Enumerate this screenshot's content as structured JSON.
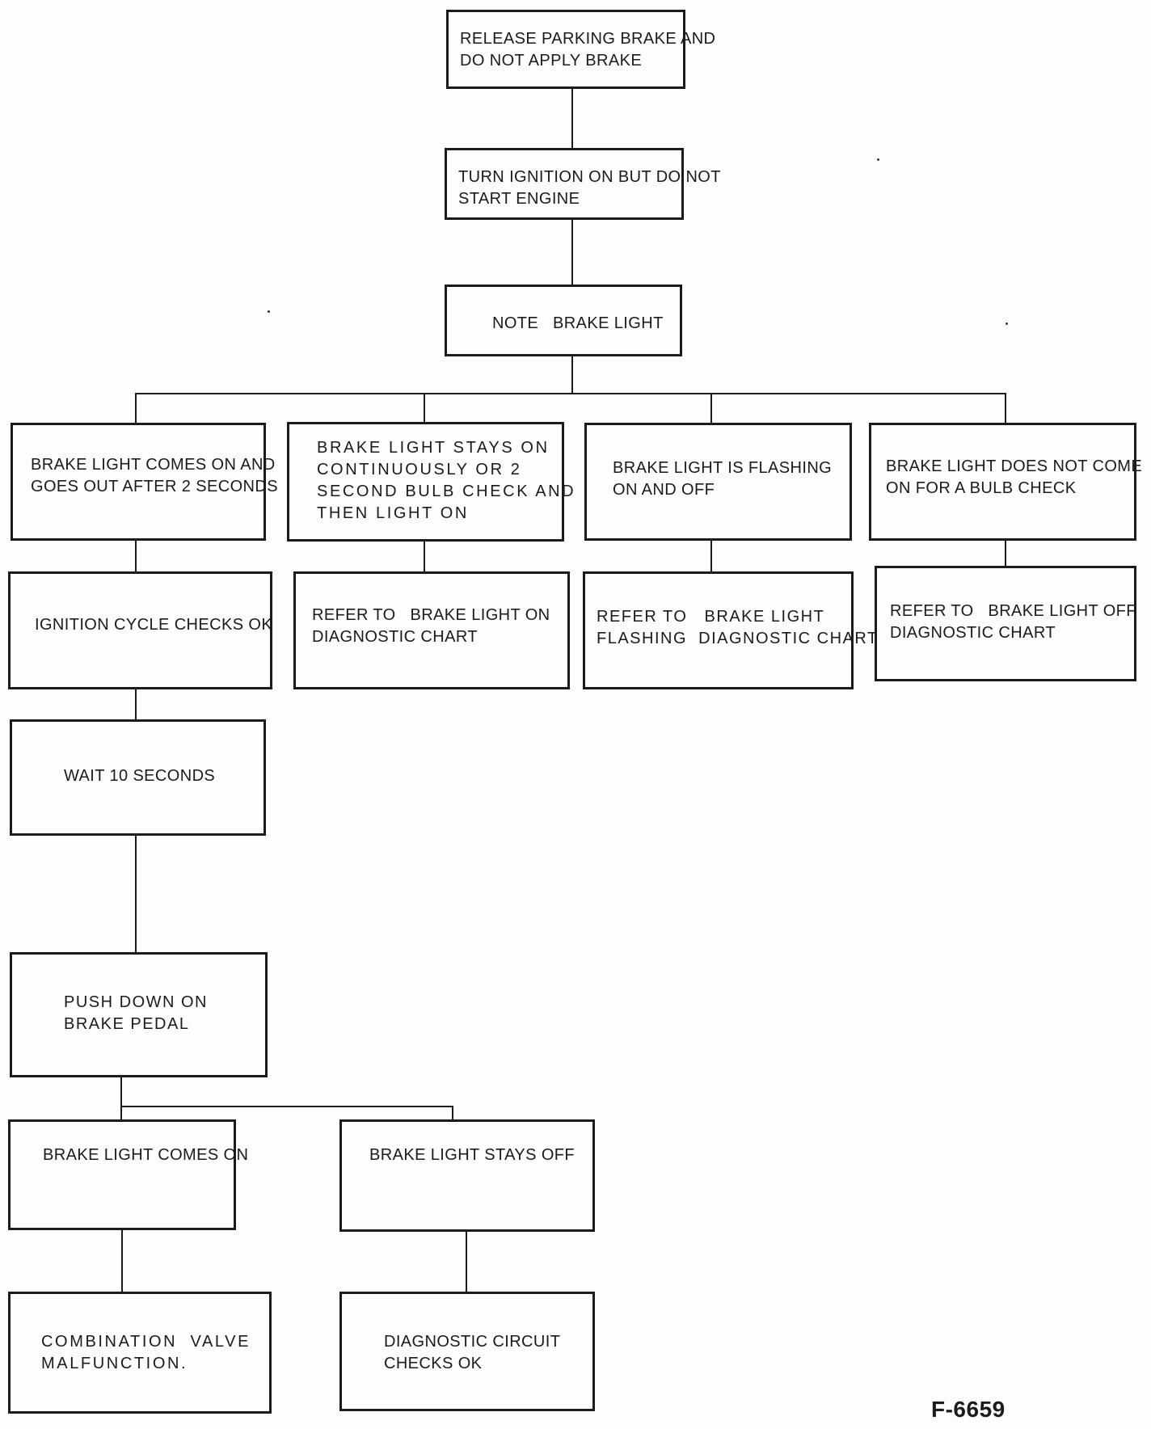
{
  "figure_label": "F-6659",
  "colors": {
    "ink": "#1b1b1b",
    "background": "#fdfdfd"
  },
  "nodes": {
    "release": {
      "lines": [
        "RELEASE PARKING BRAKE AND",
        "DO NOT APPLY BRAKE"
      ]
    },
    "ignition": {
      "lines": [
        "TURN IGNITION ON BUT DO NOT",
        "START ENGINE"
      ]
    },
    "note": {
      "lines": [
        "NOTE   BRAKE LIGHT"
      ]
    },
    "outcome1": {
      "lines": [
        "BRAKE LIGHT COMES ON AND",
        "GOES OUT AFTER 2 SECONDS"
      ]
    },
    "outcome2": {
      "lines": [
        "BRAKE LIGHT STAYS ON",
        "CONTINUOUSLY OR 2",
        "SECOND BULB CHECK AND",
        "THEN LIGHT ON"
      ]
    },
    "outcome3": {
      "lines": [
        "BRAKE LIGHT IS FLASHING",
        "ON AND OFF"
      ]
    },
    "outcome4": {
      "lines": [
        "BRAKE LIGHT DOES NOT COME",
        "ON FOR A BULB CHECK"
      ]
    },
    "result1": {
      "lines": [
        "IGNITION CYCLE CHECKS OK"
      ]
    },
    "result2": {
      "lines": [
        "REFER TO   BRAKE LIGHT ON",
        "DIAGNOSTIC CHART"
      ]
    },
    "result3": {
      "lines": [
        "REFER TO   BRAKE LIGHT",
        "FLASHING  DIAGNOSTIC CHART"
      ]
    },
    "result4": {
      "lines": [
        "REFER TO   BRAKE LIGHT OFF",
        "DIAGNOSTIC CHART"
      ]
    },
    "wait10": {
      "lines": [
        "WAIT 10 SECONDS"
      ]
    },
    "push": {
      "lines": [
        "PUSH DOWN ON",
        "BRAKE PEDAL"
      ]
    },
    "comeson": {
      "lines": [
        "BRAKE LIGHT COMES ON"
      ]
    },
    "staysoff": {
      "lines": [
        "BRAKE LIGHT STAYS OFF"
      ]
    },
    "combval": {
      "lines": [
        "COMBINATION  VALVE",
        "MALFUNCTION."
      ]
    },
    "diagok": {
      "lines": [
        "DIAGNOSTIC CIRCUIT",
        "CHECKS OK"
      ]
    }
  },
  "connections": [
    {
      "from": "release-parking-brake",
      "to": "turn-ignition-on"
    },
    {
      "from": "turn-ignition-on",
      "to": "note-brake-light"
    },
    {
      "from": "note-brake-light",
      "to": "brake-light-comes-on-goes-out"
    },
    {
      "from": "note-brake-light",
      "to": "brake-light-stays-on"
    },
    {
      "from": "note-brake-light",
      "to": "brake-light-flashing"
    },
    {
      "from": "note-brake-light",
      "to": "brake-light-no-bulb-check"
    },
    {
      "from": "brake-light-comes-on-goes-out",
      "to": "ignition-cycle-checks-ok"
    },
    {
      "from": "brake-light-stays-on",
      "to": "refer-brake-light-on-chart"
    },
    {
      "from": "brake-light-flashing",
      "to": "refer-brake-light-flashing-chart"
    },
    {
      "from": "brake-light-no-bulb-check",
      "to": "refer-brake-light-off-chart"
    },
    {
      "from": "ignition-cycle-checks-ok",
      "to": "wait-10-seconds"
    },
    {
      "from": "wait-10-seconds",
      "to": "push-down-brake-pedal"
    },
    {
      "from": "push-down-brake-pedal",
      "to": "brake-light-comes-on"
    },
    {
      "from": "push-down-brake-pedal",
      "to": "brake-light-stays-off"
    },
    {
      "from": "brake-light-comes-on",
      "to": "combination-valve-malfunction"
    },
    {
      "from": "brake-light-stays-off",
      "to": "diagnostic-circuit-checks-ok"
    }
  ]
}
